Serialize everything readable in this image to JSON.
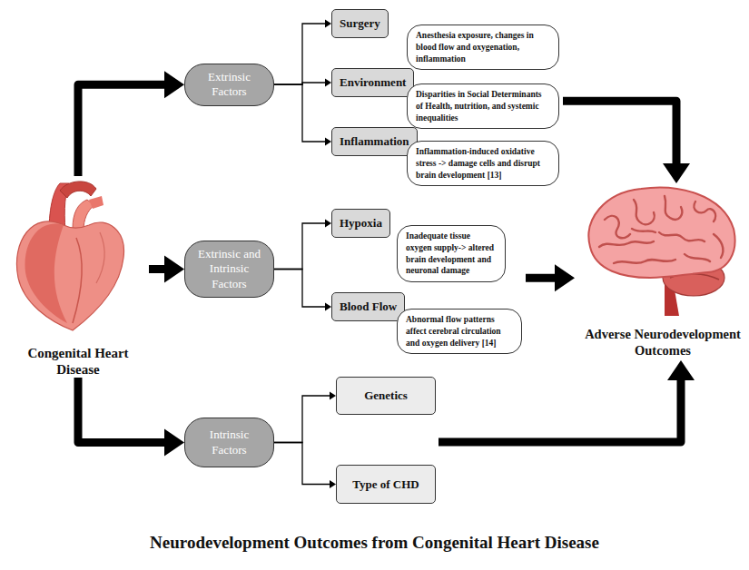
{
  "diagram": {
    "caption": "Neurodevelopment Outcomes from Congenital Heart Disease",
    "nodes": [
      {
        "text": [
          "Congenital Heart Disease"
        ]
      },
      {
        "text": [
          "Extrinsic Factors"
        ]
      },
      {
        "text": [
          "Surgery"
        ]
      },
      {
        "text": [
          "Anesthesia exposure, changes in blood flow and oxygenation, inflammation"
        ]
      },
      {
        "text": [
          "Environment"
        ]
      },
      {
        "text": [
          "Disparities in Social Determinants of Health, nutrition, and systemic inequalities"
        ]
      },
      {
        "text": [
          "Inflammation"
        ]
      },
      {
        "text": [
          "Inflammation-induced oxidative stress -> damage cells and disrupt brain development [13]"
        ]
      },
      {
        "text": [
          "Extrinsic and Intrinsic Factors"
        ]
      },
      {
        "text": [
          "Hypoxia"
        ]
      },
      {
        "text": [
          "Inadequate tissue oxygen supply-> altered brain development and neuronal damage"
        ]
      },
      {
        "text": [
          "Blood Flow"
        ]
      },
      {
        "text": [
          "Abnormal flow patterns affect cerebral circulation and oxygen delivery [14]"
        ]
      },
      {
        "text": [
          "Intrinsic Factors"
        ]
      },
      {
        "text": [
          "Genetics"
        ]
      },
      {
        "text": [
          "Type of CHD"
        ]
      },
      {
        "text": [
          "Adverse Neurodevelopment Outcomes"
        ]
      }
    ],
    "edges": [
      {
        "from": 0,
        "to": 1,
        "arrow": "to"
      },
      {
        "from": 0,
        "to": 8,
        "arrow": "to"
      },
      {
        "from": 0,
        "to": 13,
        "arrow": "to"
      },
      {
        "from": 1,
        "to": 2,
        "arrow": "to"
      },
      {
        "from": 1,
        "to": 4,
        "arrow": "to"
      },
      {
        "from": 1,
        "to": 6,
        "arrow": "to"
      },
      {
        "from": 8,
        "to": 9,
        "arrow": "to"
      },
      {
        "from": 8,
        "to": 11,
        "arrow": "to"
      },
      {
        "from": 13,
        "to": 14,
        "arrow": "to"
      },
      {
        "from": 13,
        "to": 15,
        "arrow": "to"
      },
      {
        "from": 5,
        "to": 16,
        "arrow": "to"
      },
      {
        "from": 10,
        "to": 16,
        "arrow": "to"
      },
      {
        "from": 14,
        "to": 16,
        "arrow": "to"
      }
    ]
  }
}
